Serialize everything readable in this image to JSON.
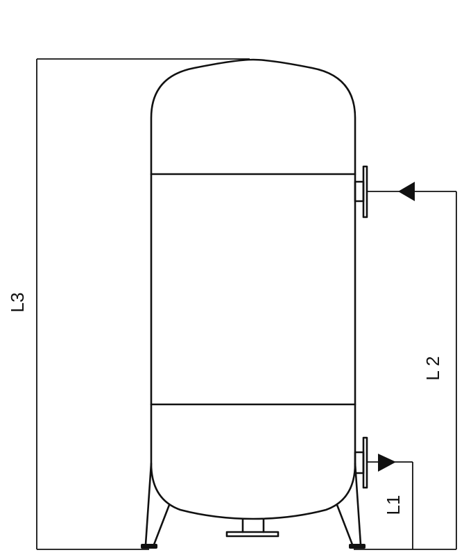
{
  "labels": {
    "l3": "L3",
    "l2": "L 2",
    "l1": "L1"
  }
}
